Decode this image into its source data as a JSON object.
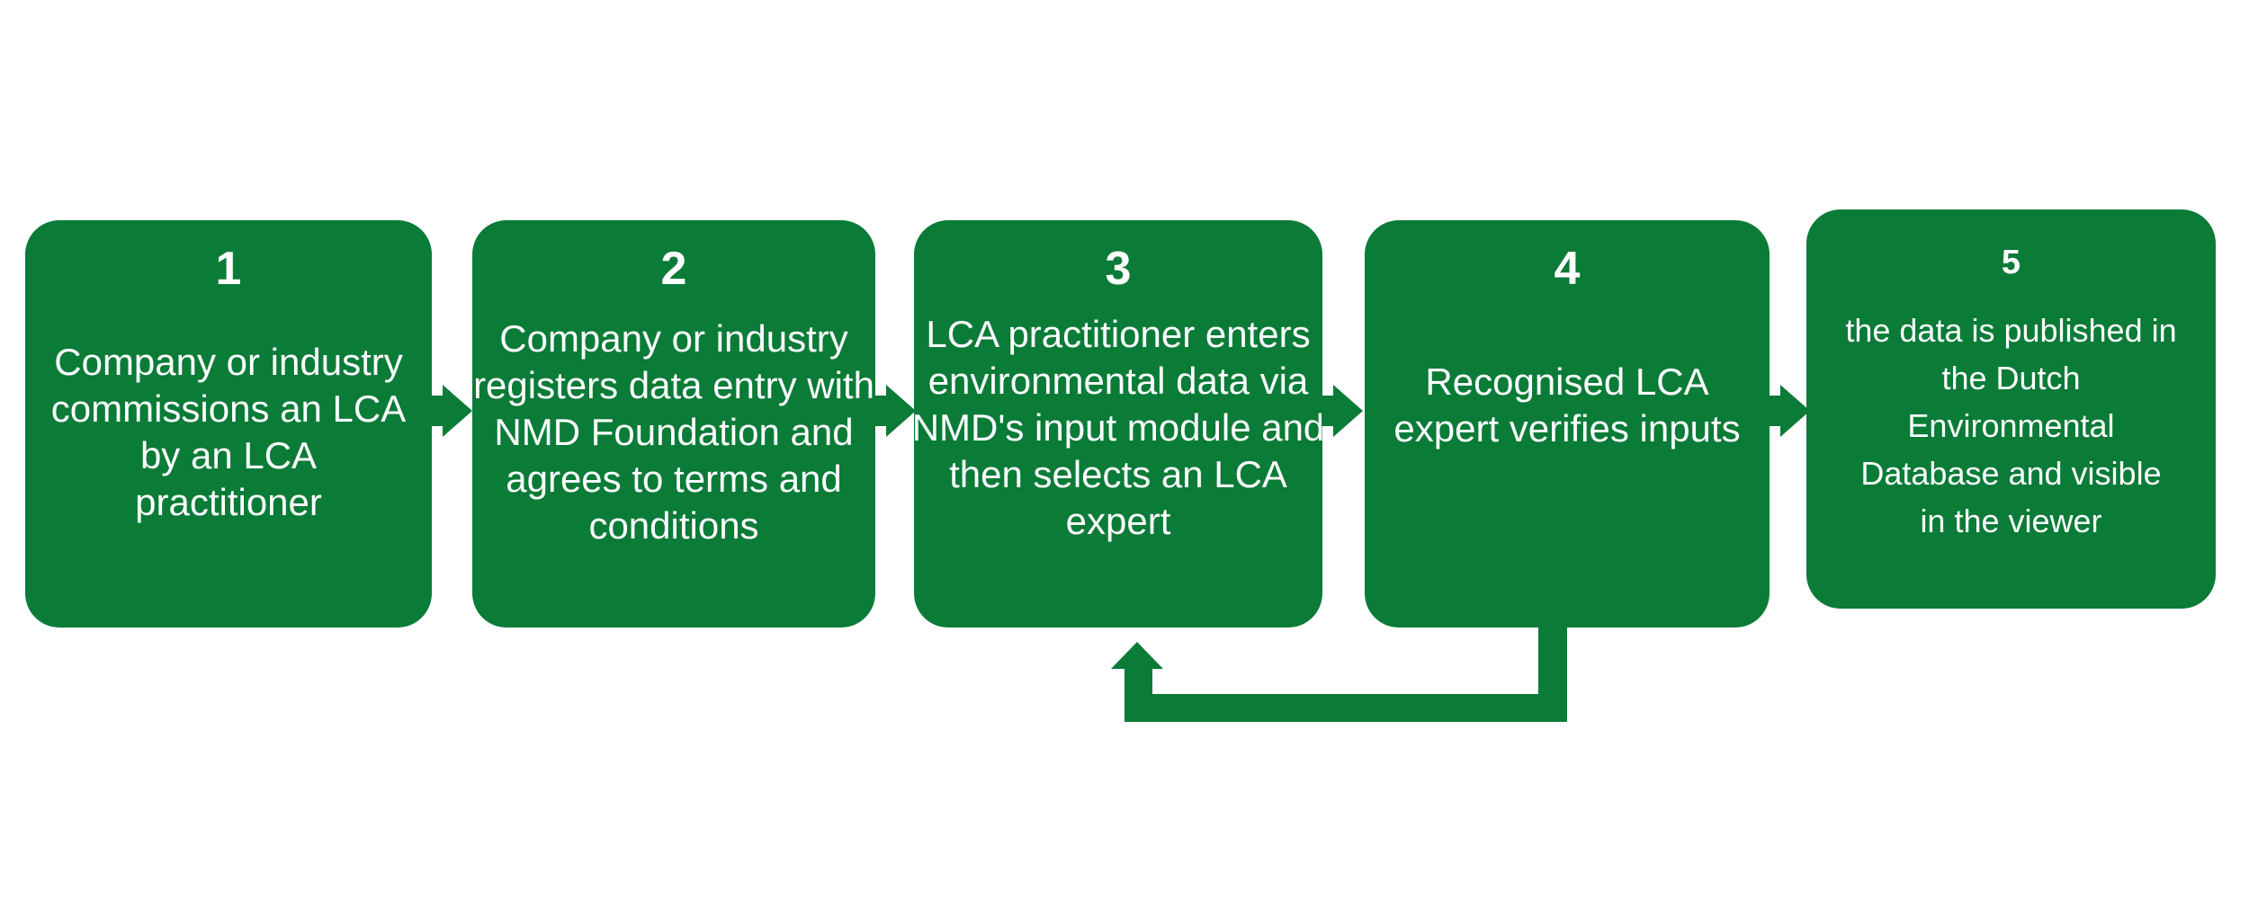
{
  "diagram": {
    "background_color": "#ffffff",
    "box_color": "#0b7b38",
    "text_color": "#ffffff",
    "steps": [
      {
        "number": "1",
        "lines": [
          "Company or industry",
          "commissions an LCA",
          "by an LCA",
          "practitioner"
        ]
      },
      {
        "number": "2",
        "lines": [
          "Company or industry",
          "registers data entry with",
          "NMD Foundation and",
          "agrees to terms and",
          "conditions"
        ]
      },
      {
        "number": "3",
        "lines": [
          "LCA practitioner enters",
          "environmental data via",
          "NMD's input module and",
          "then selects an LCA",
          "expert"
        ]
      },
      {
        "number": "4",
        "lines": [
          "Recognised LCA",
          "expert verifies inputs"
        ]
      },
      {
        "number": "5",
        "lines": [
          "the data is published in",
          "the Dutch",
          "Environmental",
          "Database and visible",
          "in the viewer"
        ]
      }
    ],
    "connectors": {
      "forward_arrow_icon": "right-arrow",
      "feedback_arrow_icon": "up-arrow-loop",
      "forward_links": [
        "step1-to-step2",
        "step2-to-step3",
        "step3-to-step4",
        "step4-to-step5"
      ],
      "feedback_link": "step4-back-to-step3"
    }
  }
}
